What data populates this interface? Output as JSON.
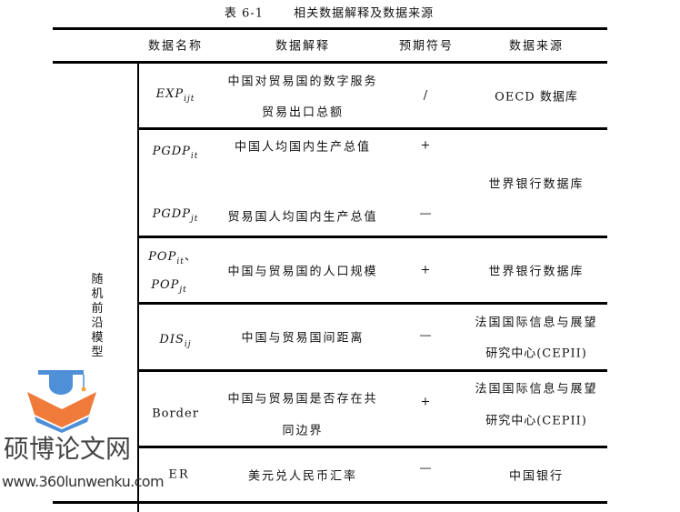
{
  "caption": "表 6-1　　 相关数据解释及数据来源",
  "headers": [
    "数据名称",
    "数据解释",
    "预期符号",
    "数据来源"
  ],
  "group_label": "随机前沿模型",
  "rows": [
    {
      "name": "EXP",
      "sub": "ijt",
      "explain1": "中国对贸易国的数字服务",
      "explain2": "贸易出口总额",
      "sign": "/",
      "source": "OECD 数据库"
    },
    {
      "name": "PGDP",
      "sub": "it",
      "explain": "中国人均国内生产总值",
      "sign": "+"
    },
    {
      "name": "PGDP",
      "sub": "jt",
      "explain": "贸易国人均国内生产总值",
      "sign": "—",
      "source": "世界银行数据库"
    },
    {
      "name": "POP",
      "sub": "it",
      "name_suffix": "、",
      "name2": "POP",
      "sub2": "jt",
      "explain": "中国与贸易国的人口规模",
      "sign": "+",
      "source": "世界银行数据库"
    },
    {
      "name": "DIS",
      "sub": "ij",
      "explain": "中国与贸易国间距离",
      "sign": "—",
      "source1": "法国国际信息与展望",
      "source2": "研究中心(CEPII)"
    },
    {
      "name": "Border",
      "explain1": "中国与贸易国是否存在共",
      "explain2": "同边界",
      "sign": "+",
      "source1": "法国国际信息与展望",
      "source2": "研究中心(CEPII)"
    },
    {
      "name": "ER",
      "explain": "美元兑人民币汇率",
      "sign": "—",
      "source": "中国银行"
    }
  ],
  "watermark": {
    "title": "硕博论文网",
    "url": "www.360lunwenku.com"
  }
}
